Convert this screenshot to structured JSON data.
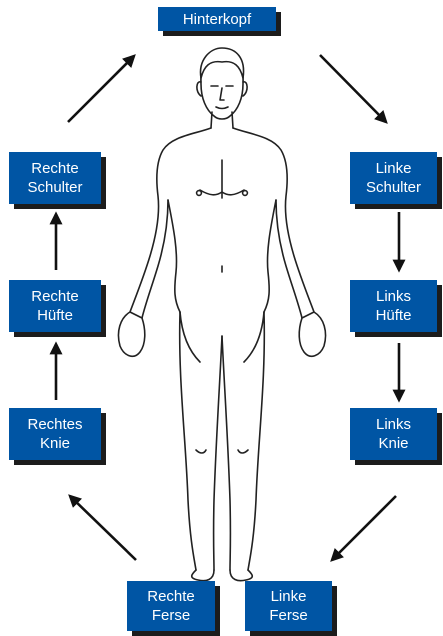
{
  "diagram": {
    "steps": [
      {
        "id": "hinterkopf",
        "lines": [
          "Hinterkopf"
        ]
      },
      {
        "id": "linke-schulter",
        "lines": [
          "Linke",
          "Schulter"
        ]
      },
      {
        "id": "links-hufte",
        "lines": [
          "Links",
          "Hüfte"
        ]
      },
      {
        "id": "links-knie",
        "lines": [
          "Links",
          "Knie"
        ]
      },
      {
        "id": "linke-ferse",
        "lines": [
          "Linke",
          "Ferse"
        ]
      },
      {
        "id": "rechte-ferse",
        "lines": [
          "Rechte",
          "Ferse"
        ]
      },
      {
        "id": "rechtes-knie",
        "lines": [
          "Rechtes",
          "Knie"
        ]
      },
      {
        "id": "rechte-hufte",
        "lines": [
          "Rechte",
          "Hüfte"
        ]
      },
      {
        "id": "rechte-schulter",
        "lines": [
          "Rechte",
          "Schulter"
        ]
      }
    ],
    "colors": {
      "box": "#0055a4",
      "box_text": "#ffffff",
      "shadow": "#1c1c1c",
      "arrow": "#111111",
      "body_outline": "#222222"
    },
    "figure_icon": "human-body-front-outline"
  }
}
